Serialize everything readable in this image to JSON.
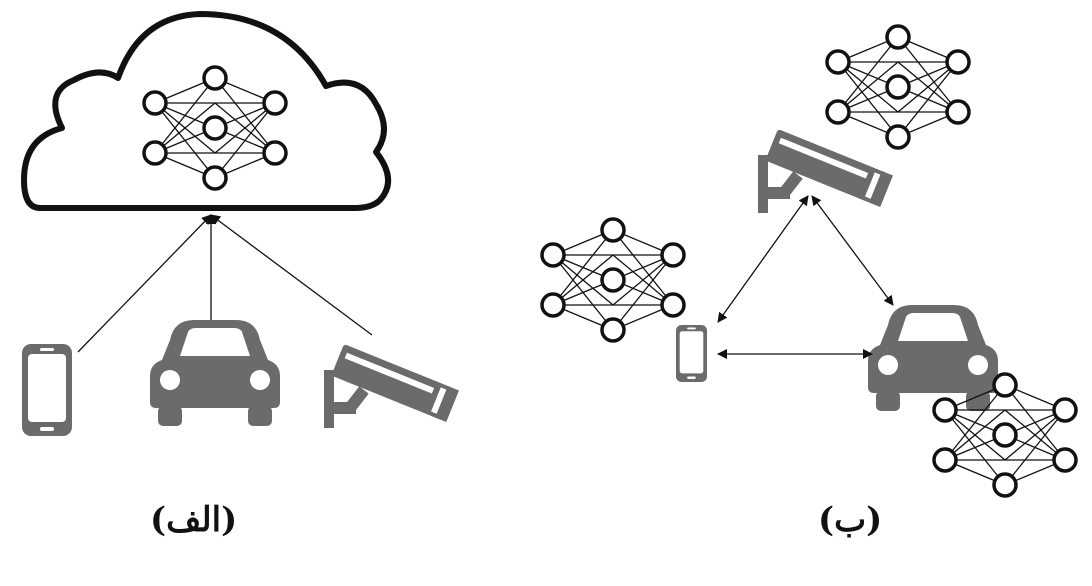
{
  "panels": [
    {
      "id": "a",
      "caption": "(الف)",
      "description_icons": [
        "cloud-icon",
        "neural-network-icon",
        "smartphone-icon",
        "car-icon",
        "security-camera-icon"
      ]
    },
    {
      "id": "b",
      "caption": "(ب)",
      "description_icons": [
        "neural-network-icon",
        "security-camera-icon",
        "smartphone-icon",
        "car-icon"
      ]
    }
  ],
  "colors": {
    "device": "#6b6b6b",
    "line": "#111111",
    "node_fill": "#ffffff"
  }
}
